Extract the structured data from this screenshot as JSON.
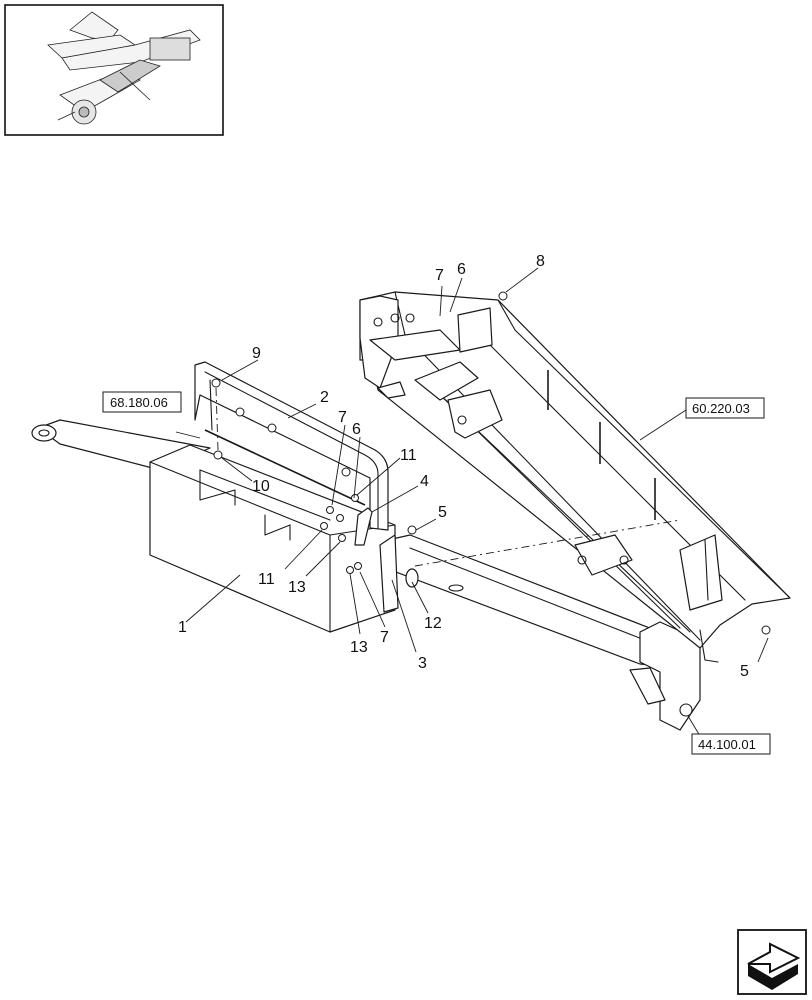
{
  "thumbnail": {
    "name": "machine-overview-thumbnail"
  },
  "references": [
    {
      "id": "ref-68-180-06",
      "label": "68.180.06"
    },
    {
      "id": "ref-60-220-03",
      "label": "60.220.03"
    },
    {
      "id": "ref-44-100-01",
      "label": "44.100.01"
    }
  ],
  "callouts": [
    "1",
    "2",
    "3",
    "4",
    "5",
    "5",
    "6",
    "6",
    "7",
    "7",
    "7",
    "8",
    "9",
    "10",
    "11",
    "11",
    "12",
    "13",
    "13"
  ],
  "nav": {
    "icon": "next-page-arrow-icon"
  }
}
